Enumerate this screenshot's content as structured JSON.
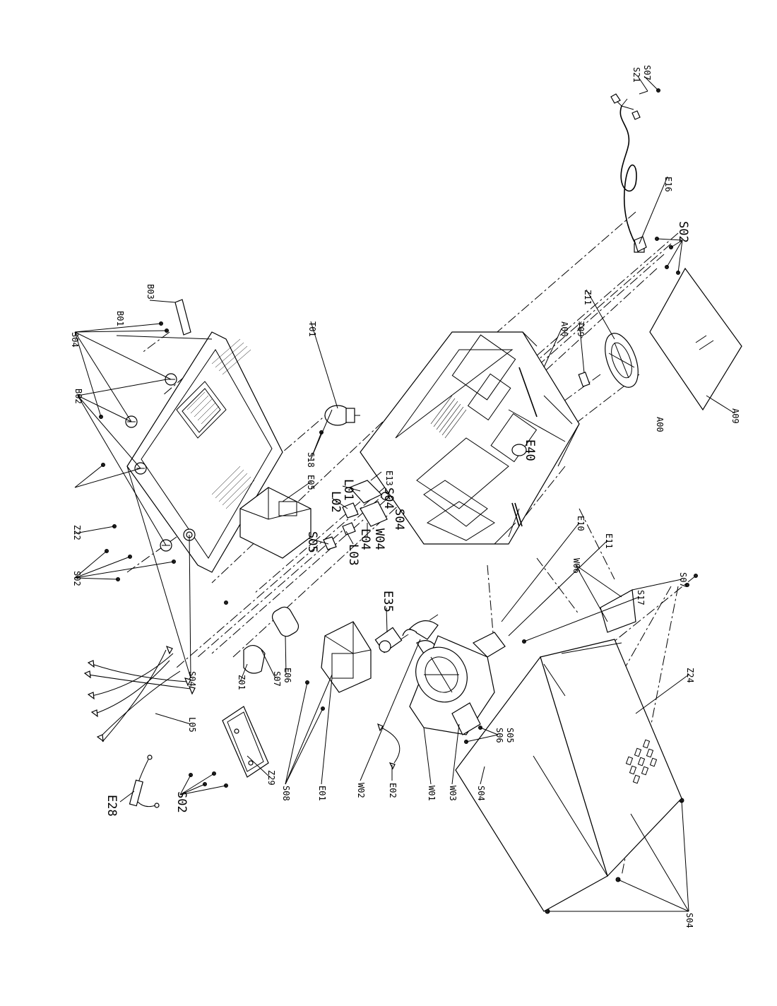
{
  "diagram": {
    "labels": {
      "S07_top": "S07",
      "S21": "S21",
      "E16": "E16",
      "S02_top": "S02",
      "B03": "B03",
      "B01": "B01",
      "S04_a": "S04",
      "T01": "T01",
      "B02": "B02",
      "A00_a": "A00",
      "T09": "T09",
      "Z11": "Z11",
      "A00_b": "A00",
      "A09": "A09",
      "E40": "E40",
      "S18": "S18",
      "E05": "E05",
      "E13": "E13",
      "L01": "L01",
      "S04_b": "S04",
      "L02": "L02",
      "S04_c": "S04",
      "L04": "L04",
      "W04": "W04",
      "S05_a": "S05",
      "L03": "L03",
      "Z22": "Z22",
      "S02_b": "S02",
      "E10": "E10",
      "E11": "E11",
      "W06": "W06",
      "S17": "S17",
      "S07_right": "S07",
      "E35": "E35",
      "Z24": "Z24",
      "S04_d": "S04",
      "Z01": "Z01",
      "S07_mid": "S07",
      "E06": "E06",
      "L05": "L05",
      "S05_b": "S05",
      "S06": "S06",
      "Z29": "Z29",
      "E28": "E28",
      "S02_bot": "S02",
      "S08": "S08",
      "E01": "E01",
      "W02": "W02",
      "E02": "E02",
      "W01": "W01",
      "W03": "W03",
      "S04_e": "S04",
      "S04_bot": "S04"
    }
  }
}
